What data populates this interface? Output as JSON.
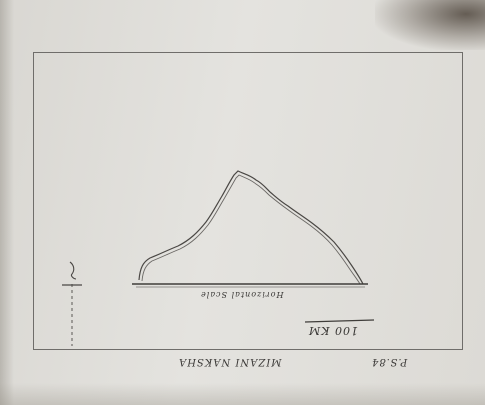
{
  "sheet": {
    "label_under_base": "Horizontal Scale",
    "label_measurement": "100 KM",
    "label_name": "MIZANI NAKSHA",
    "label_date": "P.S.84"
  }
}
